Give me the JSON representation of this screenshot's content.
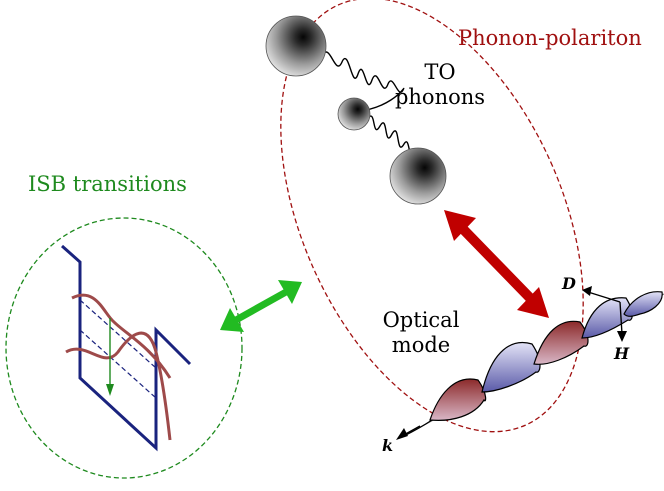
{
  "labels": {
    "phonon_polariton": "Phonon-polariton",
    "isb_transitions": "ISB transitions",
    "to_phonons_line1": "TO",
    "to_phonons_line2": "phonons",
    "optical_mode_line1": "Optical",
    "optical_mode_line2": "mode",
    "field_d": "D",
    "field_h": "H",
    "wavevector_k": "k"
  },
  "colors": {
    "phonon_polariton_label": "#a01010",
    "isb_label": "#1e8a1e",
    "polariton_ellipse": "#a01010",
    "isb_ellipse": "#1e8a1e",
    "red_arrow": "#c00000",
    "green_arrow": "#22bb22",
    "quantum_well": "#1a237e",
    "wavefunction": "#9e4a4a",
    "transition_arrow": "#1e8a1e"
  }
}
